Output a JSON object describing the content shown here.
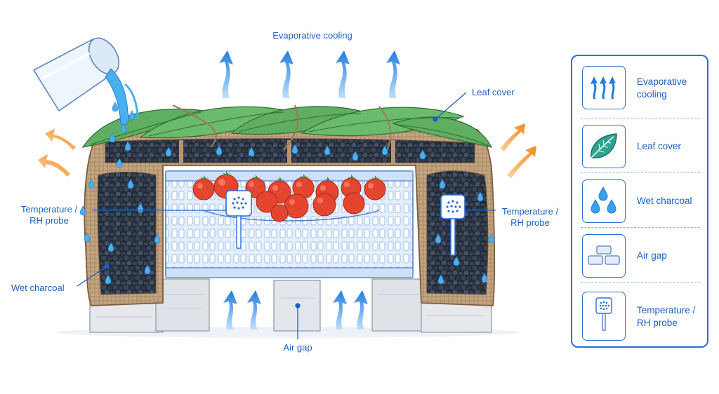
{
  "labels": {
    "evaporative_cooling": "Evaporative cooling",
    "leaf_cover": "Leaf cover",
    "temp_probe_left_line1": "Temperature /",
    "temp_probe_left_line2": "RH probe",
    "temp_probe_right_line1": "Temperature /",
    "temp_probe_right_line2": "RH probe",
    "wet_charcoal": "Wet charcoal",
    "air_gap": "Air gap"
  },
  "legend": {
    "items": [
      {
        "icon": "evaporation-arrows-icon",
        "line1": "Evaporative",
        "line2": "cooling"
      },
      {
        "icon": "leaf-icon",
        "line1": "Leaf cover",
        "line2": ""
      },
      {
        "icon": "water-drops-icon",
        "line1": "Wet charcoal",
        "line2": ""
      },
      {
        "icon": "concrete-blocks-icon",
        "line1": "Air gap",
        "line2": ""
      },
      {
        "icon": "sensor-probe-icon",
        "line1": "Temperature /",
        "line2": "RH probe"
      }
    ]
  },
  "colors": {
    "label_blue": "#1a5fc4",
    "outline_blue": "#2a6fd6",
    "water_blue": "#3aa0e8",
    "warm_arrow": "#f5922a",
    "leaf_green": "#5fae62",
    "burlap": "#b89572",
    "charcoal": "#2b3240",
    "tomato": "#e3452f",
    "crate": "#dce9fb",
    "block": "#e6e8ec"
  }
}
